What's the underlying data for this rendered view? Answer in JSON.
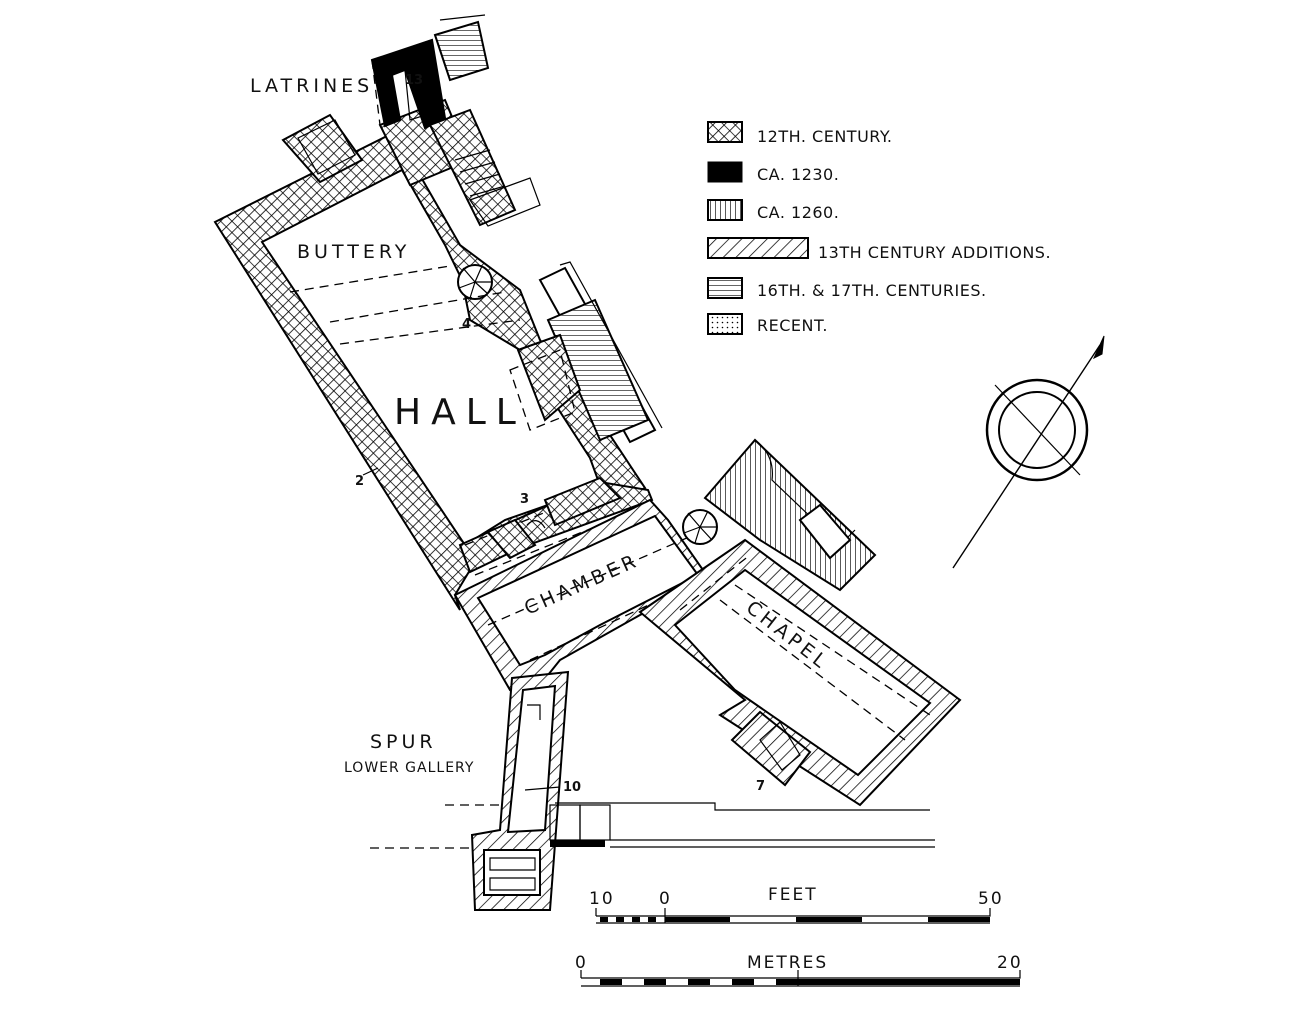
{
  "plan": {
    "rooms": {
      "latrines": "LATRINES",
      "buttery": "BUTTERY",
      "hall": "HALL",
      "chamber": "CHAMBER",
      "chapel": "CHAPEL",
      "spur": "SPUR",
      "lower_gallery": "LOWER GALLERY"
    },
    "numbers": {
      "n13": "13",
      "n4": "4",
      "n2": "2",
      "n3": "3",
      "n10": "10",
      "n7": "7"
    },
    "legend": [
      {
        "pattern": "crosshatch",
        "label": "12TH. CENTURY."
      },
      {
        "pattern": "solid",
        "label": "CA. 1230."
      },
      {
        "pattern": "vertical",
        "label": "CA. 1260."
      },
      {
        "pattern": "diagonal",
        "label": "13TH CENTURY ADDITIONS."
      },
      {
        "pattern": "horizontal",
        "label": "16TH. & 17TH. CENTURIES."
      },
      {
        "pattern": "dotted",
        "label": "RECENT."
      }
    ],
    "scale_feet": {
      "unit": "FEET",
      "left": "10",
      "zero": "0",
      "max": "50"
    },
    "scale_metres": {
      "unit": "METRES",
      "zero": "0",
      "max": "20"
    },
    "north_icon": "compass-rose-north-arrow"
  }
}
